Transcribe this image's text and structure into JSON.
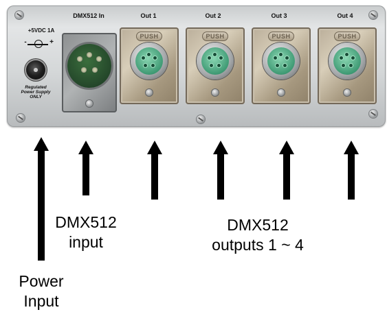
{
  "panel": {
    "power_voltage": "+5VDC 1A",
    "polarity_minus": "-",
    "polarity_plus": "+",
    "power_note_1": "Regulated",
    "power_note_2": "Power Supply",
    "power_note_3": "ONLY",
    "dmx_in_label": "DMX512 In",
    "outputs": [
      {
        "label": "Out 1",
        "push": "PUSH"
      },
      {
        "label": "Out 2",
        "push": "PUSH"
      },
      {
        "label": "Out 3",
        "push": "PUSH"
      },
      {
        "label": "Out 4",
        "push": "PUSH"
      }
    ]
  },
  "captions": {
    "power_line1": "Power",
    "power_line2": "Input",
    "dmx_input_line1": "DMX512",
    "dmx_input_line2": "input",
    "dmx_outputs_line1": "DMX512",
    "dmx_outputs_line2": "outputs 1 ~ 4"
  },
  "colors": {
    "connector_insert": "#3f9a74",
    "arrow": "#000000"
  }
}
